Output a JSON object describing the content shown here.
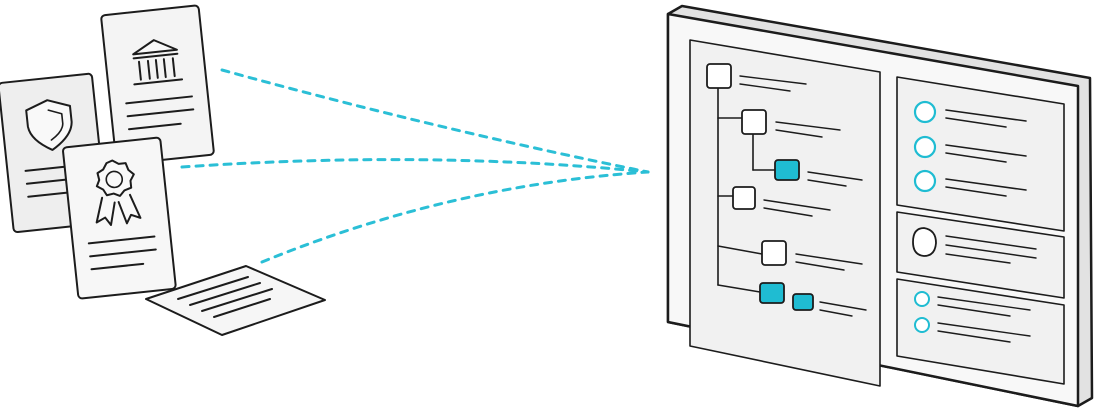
{
  "palette": {
    "stroke": "#1c1c1c",
    "paper": "#f6f6f6",
    "paper_back": "#eeeeee",
    "screen_panel": "#f1f1f1",
    "accent": "#1fbcd2",
    "dash": "#2bbfd6"
  },
  "documents": {
    "items": [
      {
        "name": "shield-document",
        "icon": "shield-icon"
      },
      {
        "name": "bank-document",
        "icon": "bank-icon"
      },
      {
        "name": "certificate-document",
        "icon": "award-ribbon-icon"
      },
      {
        "name": "text-document",
        "icon": "text-lines-icon"
      }
    ]
  },
  "tablet": {
    "tree_nodes": 7,
    "accent_nodes": 3,
    "list_items": 6
  }
}
